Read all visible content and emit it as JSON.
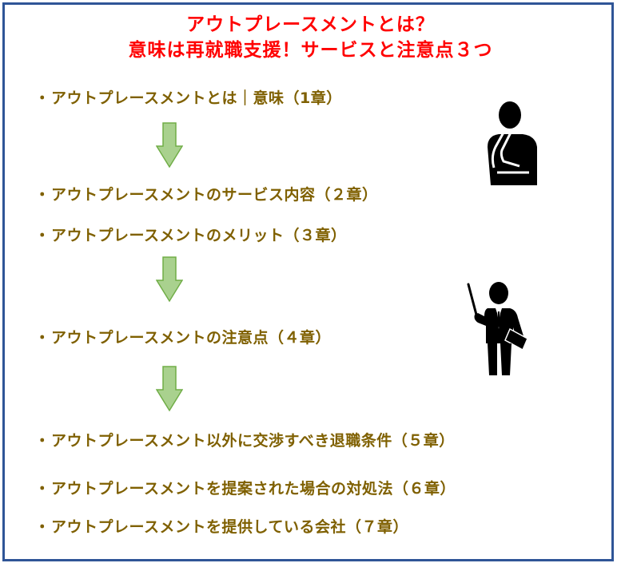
{
  "title": {
    "line1": "アウトプレースメントとは？",
    "line2": "意味は再就職支援！サービスと注意点３つ"
  },
  "bullet": "・",
  "items": [
    "アウトプレースメントとは｜意味（1章）",
    "アウトプレースメントのサービス内容（２章）",
    "アウトプレースメントのメリット（３章）",
    "アウトプレースメントの注意点（４章）",
    "アウトプレースメント以外に交渉すべき退職条件（５章）",
    "アウトプレースメントを提案された場合の対処法（６章）",
    "アウトプレースメントを提供している会社（７章）"
  ],
  "colors": {
    "border": "#2f5597",
    "title": "#ff0000",
    "items": "#7f6000",
    "arrow_fill": "#a9d18e",
    "arrow_stroke": "#70ad47",
    "figure": "#000000"
  },
  "icons": [
    "thinking-person-icon",
    "presenter-person-icon",
    "down-arrow-icon"
  ]
}
